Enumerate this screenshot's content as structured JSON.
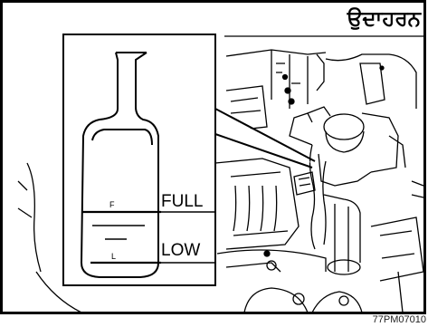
{
  "caption": "ਉਦਾਹਰਨ",
  "labels": {
    "full": "FULL",
    "low": "LOW",
    "reservoir_mark_full": "F",
    "reservoir_mark_low": "L"
  },
  "figure_code": "77PM07010"
}
